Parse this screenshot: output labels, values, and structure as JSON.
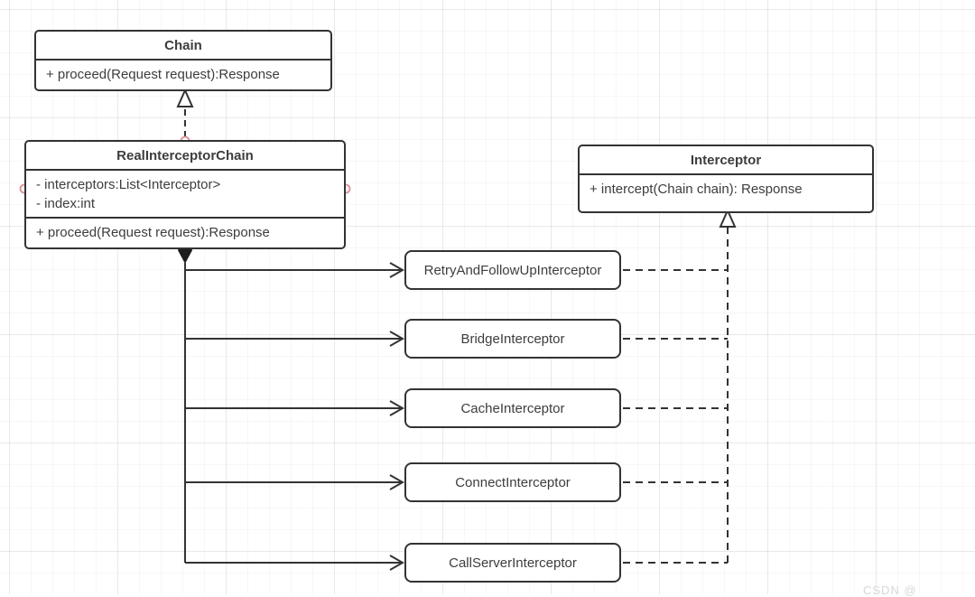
{
  "diagram": {
    "classes": {
      "chain": {
        "title": "Chain",
        "method": "+ proceed(Request request):Response"
      },
      "real_interceptor_chain": {
        "title": "RealInterceptorChain",
        "attribute_1": "- interceptors:List<Interceptor>",
        "attribute_2": "- index:int",
        "method": "+ proceed(Request request):Response"
      },
      "interceptor": {
        "title": "Interceptor",
        "method": "+ intercept(Chain chain): Response"
      }
    },
    "interceptors": [
      {
        "label": "RetryAndFollowUpInterceptor"
      },
      {
        "label": "BridgeInterceptor"
      },
      {
        "label": "CacheInterceptor"
      },
      {
        "label": "ConnectInterceptor"
      },
      {
        "label": "CallServerInterceptor"
      }
    ],
    "relationships": {
      "real_chain_implements": "Chain",
      "interceptors_implement": "Interceptor",
      "composition_owner": "RealInterceptorChain"
    },
    "watermark": "CSDN @",
    "colors": {
      "line": "#333333",
      "text": "#3d3d3d",
      "handle_stroke": "#dd8f94",
      "diamond_fill": "#1d1d1d",
      "background": "#ffffff"
    }
  }
}
